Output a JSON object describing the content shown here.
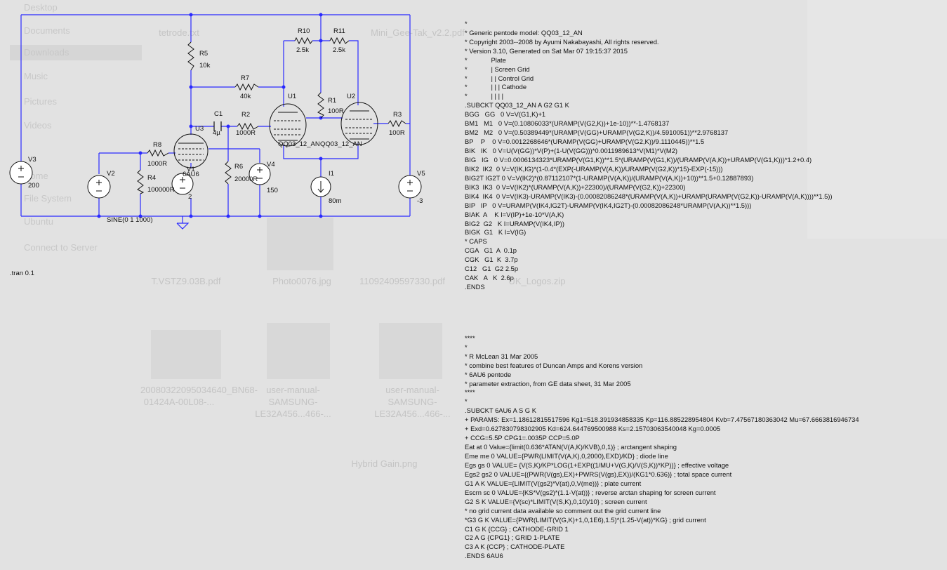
{
  "background": {
    "sidebar_items": [
      "Desktop",
      "Documents",
      "Downloads",
      "Music",
      "Pictures",
      "Videos",
      "Home",
      "File System",
      "Ubuntu",
      "Connect to Server"
    ],
    "files": [
      {
        "name": "tetrode.txt"
      },
      {
        "name": "Mini_Gee-Tak_v2.2.pdf"
      },
      {
        "name": "T.VSTZ9.03B.pdf"
      },
      {
        "name": "Photo0076.jpg"
      },
      {
        "name": "11092409597330.pdf"
      },
      {
        "name": "UK_Logos.zip"
      },
      {
        "name": "20080322095034640_BN68-01424A-00L08-..."
      },
      {
        "name": "user-manual-SAMSUNG-LE32A456...466-..."
      },
      {
        "name": "user-manual-SAMSUNG-LE32A456...466-..."
      },
      {
        "name": "Hybrid Gain.png"
      }
    ]
  },
  "schematic": {
    "components": {
      "r10": {
        "name": "R10",
        "value": "2.5k"
      },
      "r11": {
        "name": "R11",
        "value": "2.5k"
      },
      "r5": {
        "name": "R5",
        "value": "10k"
      },
      "r7": {
        "name": "R7",
        "value": "40k"
      },
      "r1": {
        "name": "R1",
        "value": "100R"
      },
      "r2": {
        "name": "R2",
        "value": "1000R"
      },
      "r3": {
        "name": "R3",
        "value": "100R"
      },
      "r8": {
        "name": "R8",
        "value": "1000R"
      },
      "r4": {
        "name": "R4",
        "value": "100000R"
      },
      "r6": {
        "name": "R6",
        "value": "20000R"
      },
      "c1": {
        "name": "C1",
        "value": "4µ"
      },
      "u1": {
        "name": "U1",
        "model": "QQ03_12_AN"
      },
      "u2": {
        "name": "U2",
        "model": "QQ03_12_AN"
      },
      "u3": {
        "name": "U3",
        "model": "6AU6"
      },
      "v1": {
        "name": "V1",
        "value": "2"
      },
      "v2": {
        "name": "V2",
        "value": "SINE(0 1 1000)"
      },
      "v3": {
        "name": "V3",
        "value": "200"
      },
      "v4": {
        "name": "V4",
        "value": "150"
      },
      "v5": {
        "name": "V5",
        "value": "-3"
      },
      "i1": {
        "name": "I1",
        "value": "80m"
      }
    },
    "directive": ".tran 0.1"
  },
  "netlist": {
    "block1": [
      "*",
      "* Generic pentode model: QQ03_12_AN",
      "* Copyright 2003--2008 by Ayumi Nakabayashi, All rights reserved.",
      "* Version 3.10, Generated on Sat Mar 07 19:15:37 2015",
      "*             Plate",
      "*             | Screen Grid",
      "*             | | Control Grid",
      "*             | | | Cathode",
      "*             | | | |",
      ".SUBCKT QQ03_12_AN A G2 G1 K",
      "BGG   GG   0 V=V(G1,K)+1",
      "BM1   M1   0 V=(0.10806033*(URAMP(V(G2,K))+1e-10))**-1.4768137",
      "BM2   M2   0 V=(0.50389449*(URAMP(V(GG)+URAMP(V(G2,K))/4.5910051))**2.9768137",
      "BP    P    0 V=0.0012268646*(URAMP(V(GG)+URAMP(V(G2,K))/9.1110445))**1.5",
      "BIK   IK   0 V=U(V(GG))*V(P)+(1-U(V(GG)))*0.0011989613*V(M1)*V(M2)",
      "BIG   IG   0 V=0.0006134323*URAMP(V(G1,K))**1.5*(URAMP(V(G1,K))/(URAMP(V(A,K))+URAMP(V(G1,K)))*1.2+0.4)",
      "BIK2  IK2  0 V=V(IK,IG)*(1-0.4*(EXP(-URAMP(V(A,K))/URAMP(V(G2,K))*15)-EXP(-15)))",
      "BIG2T IG2T 0 V=V(IK2)*(0.87112107*(1-URAMP(V(A,K))/(URAMP(V(A,K))+10))**1.5+0.12887893)",
      "BIK3  IK3  0 V=V(IK2)*(URAMP(V(A,K))+22300)/(URAMP(V(G2,K))+22300)",
      "BIK4  IK4  0 V=V(IK3)-URAMP(V(IK3)-(0.00082086248*(URAMP(V(A,K))+URAMP(URAMP(V(G2,K))-URAMP(V(A,K))))**1.5))",
      "BIP   IP   0 V=URAMP(V(IK4,IG2T)-URAMP(V(IK4,IG2T)-(0.00082086248*URAMP(V(A,K))**1.5)))",
      "BIAK  A    K I=V(IP)+1e-10*V(A,K)",
      "BIG2  G2   K I=URAMP(V(IK4,IP))",
      "BIGK  G1   K I=V(IG)",
      "* CAPS",
      "CGA   G1  A  0.1p",
      "CGK   G1  K  3.7p",
      "C12   G1  G2 2.5p",
      "CAK   A   K  2.6p",
      ".ENDS"
    ],
    "block2": [
      "****",
      "*",
      "* R McLean 31 Mar 2005",
      "* combine best features of Duncan Amps and Korens version",
      "* 6AU6 pentode",
      "* parameter extraction, from GE data sheet, 31 Mar 2005",
      "****",
      "*",
      ".SUBCKT 6AU6 A S G K",
      "+ PARAMS: Ex=1.18612815517596 Kg1=518.391934858335 Kp=116.885228954804 Kvb=7.47567180363042 Mu=67.6663816946734",
      "+ Exd=0.627830798302905 Kd=624.644769500988 Ks=2.15703063540048 Kg=0.0005",
      "+ CCG=5.5P CPG1=.0035P CCP=5.0P",
      "Eat at 0 Value={limit(0.636*ATAN(V(A,K)/KVB),0,1)} ; arctangent shaping",
      "Eme me 0 VALUE={PWR(LIMIT(V(A,K),0,2000),EXD)/KD} ; diode line",
      "Egs gs 0 VALUE= {V(S,K)/KP*LOG(1+EXP((1/MU+V(G,K)/V(S,K))*KP))} ; effective voltage",
      "Egs2 gs2 0 VALUE={(PWR(V(gs),EX)+PWRS(V(gs),EX))/(KG1*0.636)} ; total space current",
      "G1 A K VALUE={LIMIT(V(gs2)*V(at),0,V(me))} ; plate current",
      "Escrn sc 0 VALUE={KS*V(gs2)*(1.1-V(at))} ; reverse arctan shaping for screen current",
      "G2 S K VALUE={V(sc)*LIMIT(V(S,K),0,10)/10} ; screen current",
      "* no grid current data available so comment out the grid current line",
      "*G3 G K VALUE={PWR(LIMIT(V(G,K)+1,0,1E6),1.5)*(1.25-V(at))*KG} ; grid current",
      "C1 G K {CCG} ; CATHODE-GRID 1",
      "C2 A G {CPG1} ; GRID 1-PLATE",
      "C3 A K {CCP} ; CATHODE-PLATE",
      ".ENDS 6AU6"
    ]
  }
}
